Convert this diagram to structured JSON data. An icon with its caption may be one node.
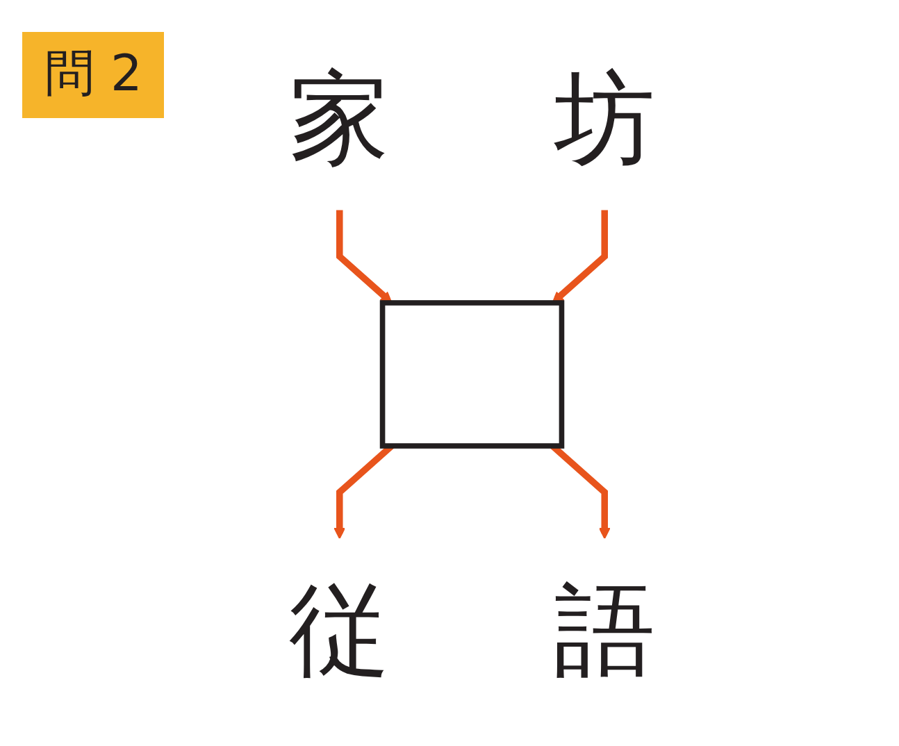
{
  "diagram": {
    "title": "問 2",
    "nodes": [
      {
        "text": [
          "家"
        ]
      },
      {
        "text": [
          "従"
        ]
      },
      {
        "text": [],
        "shape": "box"
      },
      {
        "text": [
          "語"
        ]
      },
      {
        "text": [
          "坊"
        ]
      }
    ],
    "edges": [
      {
        "from": 0,
        "to": 2,
        "arrow": "to"
      },
      {
        "from": 2,
        "to": 1,
        "arrow": "to"
      },
      {
        "from": 2,
        "to": 3,
        "arrow": "to"
      },
      {
        "from": 4,
        "to": 2,
        "arrow": "to"
      }
    ]
  }
}
